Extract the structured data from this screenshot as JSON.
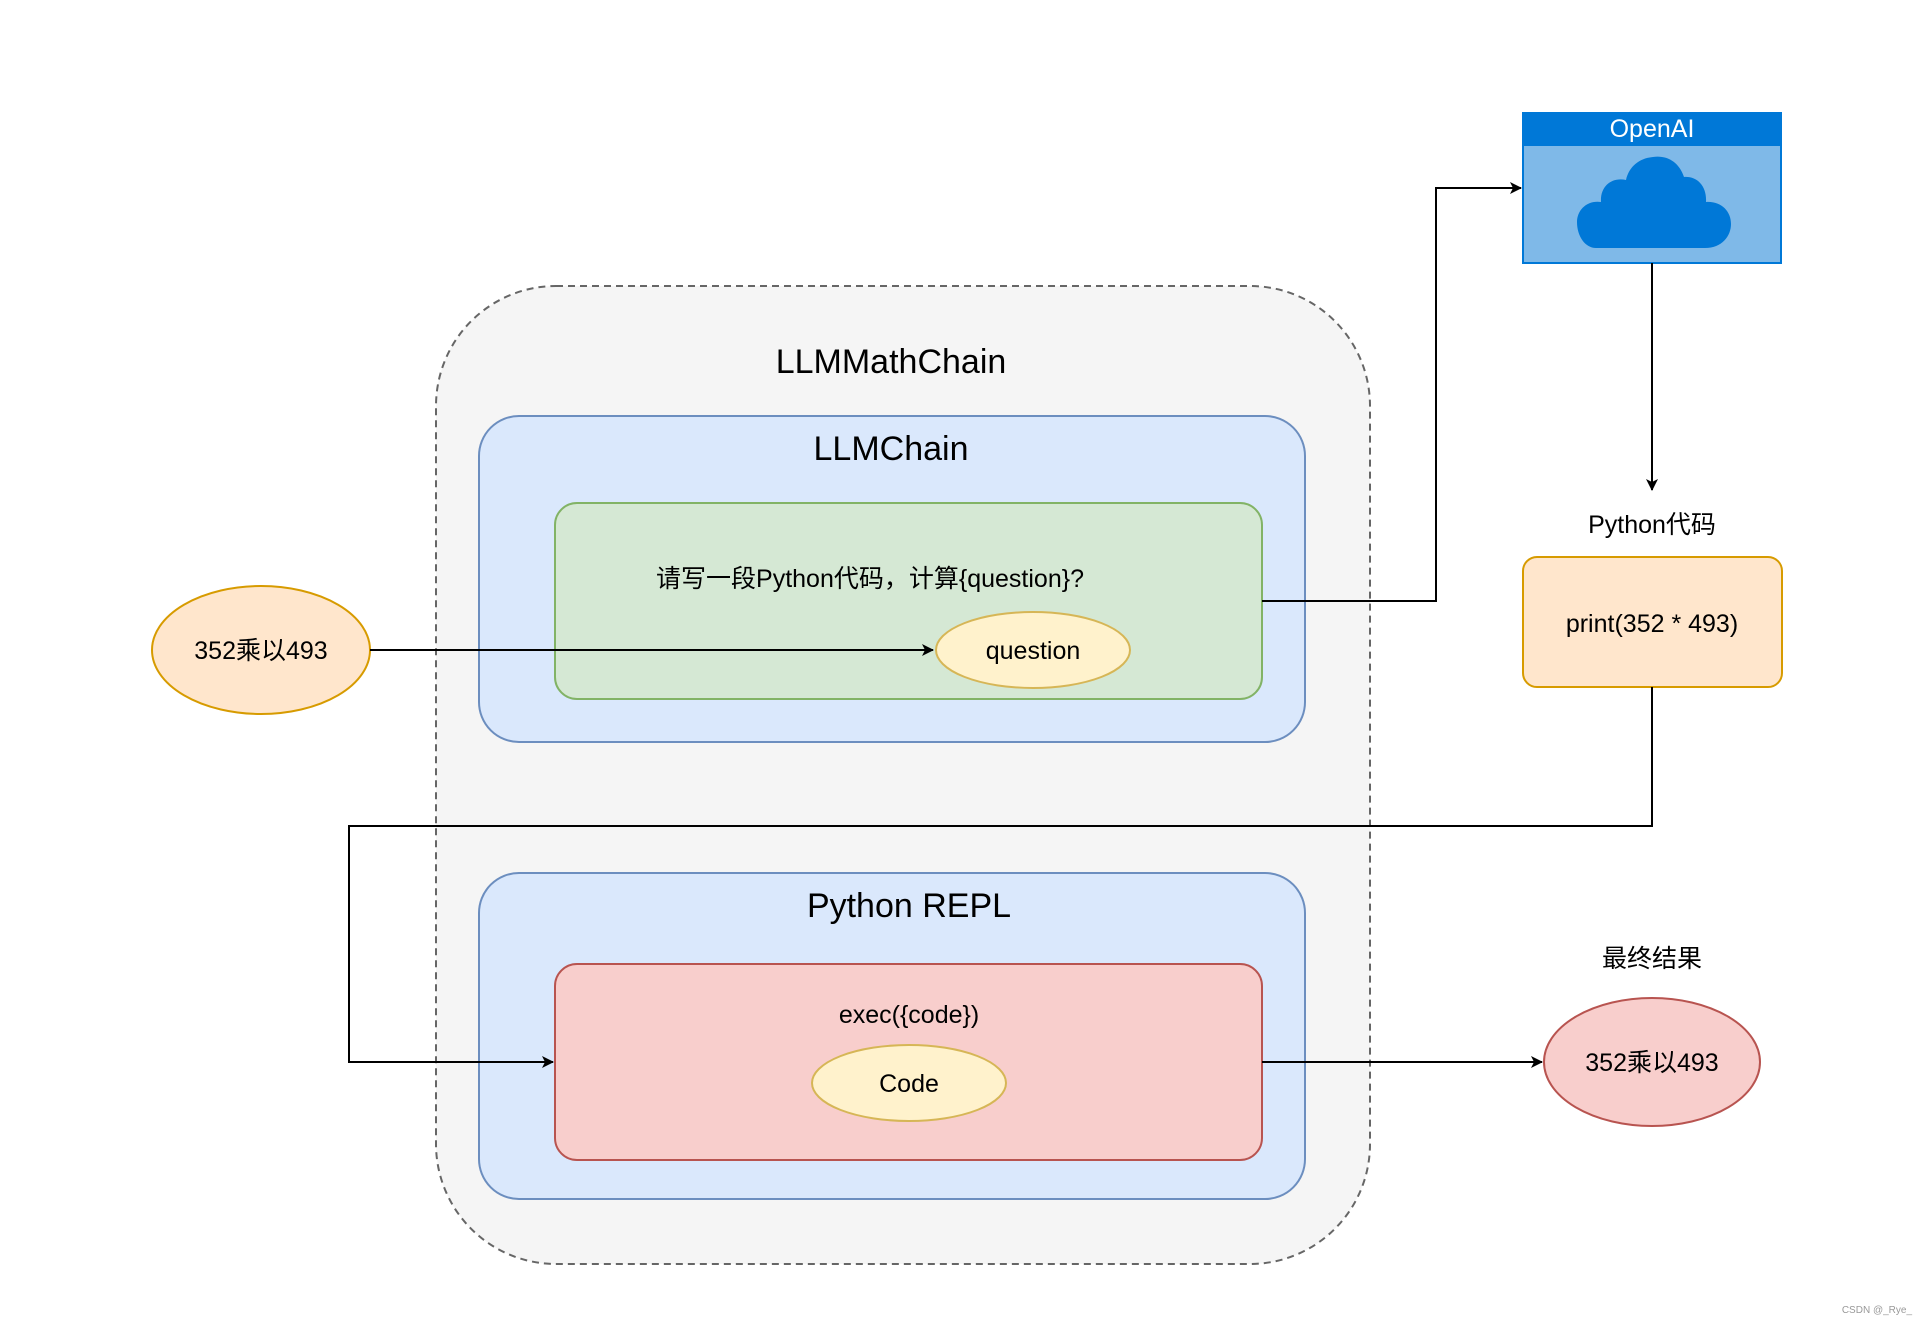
{
  "diagram": {
    "outer_chain": {
      "title": "LLMMathChain"
    },
    "llm_chain": {
      "title": "LLMChain"
    },
    "prompt": {
      "text": "请写一段Python代码，计算{question}?",
      "variable": "question"
    },
    "input": {
      "text": "352乘以493"
    },
    "openai": {
      "title": "OpenAI",
      "icon": "cloud-icon"
    },
    "python_code": {
      "label": "Python代码",
      "text": "print(352 * 493)"
    },
    "python_repl": {
      "title": "Python REPL"
    },
    "exec": {
      "text": "exec({code})",
      "variable": "Code"
    },
    "result": {
      "label": "最终结果",
      "text": "352乘以493"
    }
  },
  "colors": {
    "outer_fill": "#f5f5f5",
    "outer_stroke": "#666666",
    "blue_fill": "#dae8fc",
    "blue_stroke": "#6c8ebf",
    "green_fill": "#d5e8d4",
    "green_stroke": "#82b366",
    "orange_fill": "#ffe6cc",
    "orange_stroke": "#d79b00",
    "yellow_fill": "#fff2cc",
    "yellow_stroke": "#d6b656",
    "red_fill": "#f8cecc",
    "red_stroke": "#b85450",
    "openai_header": "#0078d7",
    "openai_body": "#7fb9e8"
  },
  "watermark": "CSDN @_Rye_"
}
